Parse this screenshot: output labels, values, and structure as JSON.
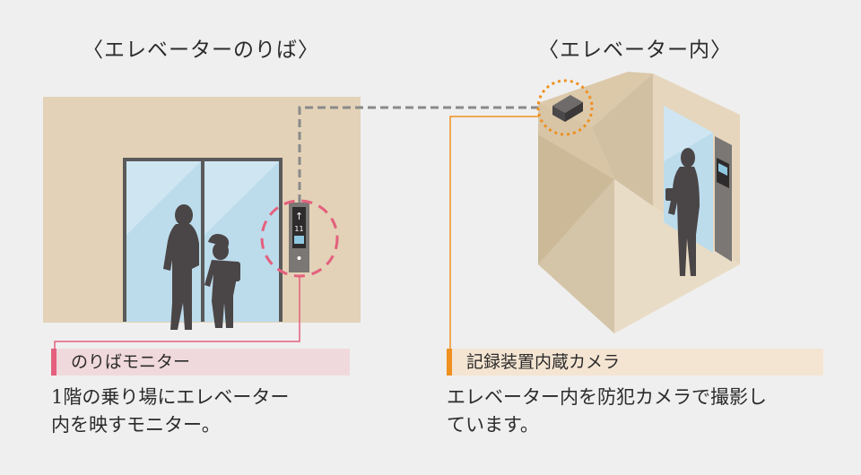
{
  "titles": {
    "left": "〈エレベーターのりば〉",
    "right": "〈エレベーター内〉"
  },
  "panel_indicator": {
    "arrow": "↑",
    "floor": "11"
  },
  "captions": {
    "left": {
      "label": "のりばモニター",
      "lines": [
        "1階の乗り場にエレベーター",
        "内を映すモニター。"
      ]
    },
    "right": {
      "label": "記録装置内蔵カメラ",
      "lines": [
        "エレベーター内を防犯カメラで撮影し",
        "ています。"
      ]
    }
  },
  "colors": {
    "background": "#efefef",
    "wall": "#e3d2b7",
    "door_glass": "#bcdcec",
    "silhouette": "#4a4546",
    "monitor_highlight": "#e4607d",
    "camera_highlight": "#ef9020",
    "connector": "#8a8a8a"
  }
}
